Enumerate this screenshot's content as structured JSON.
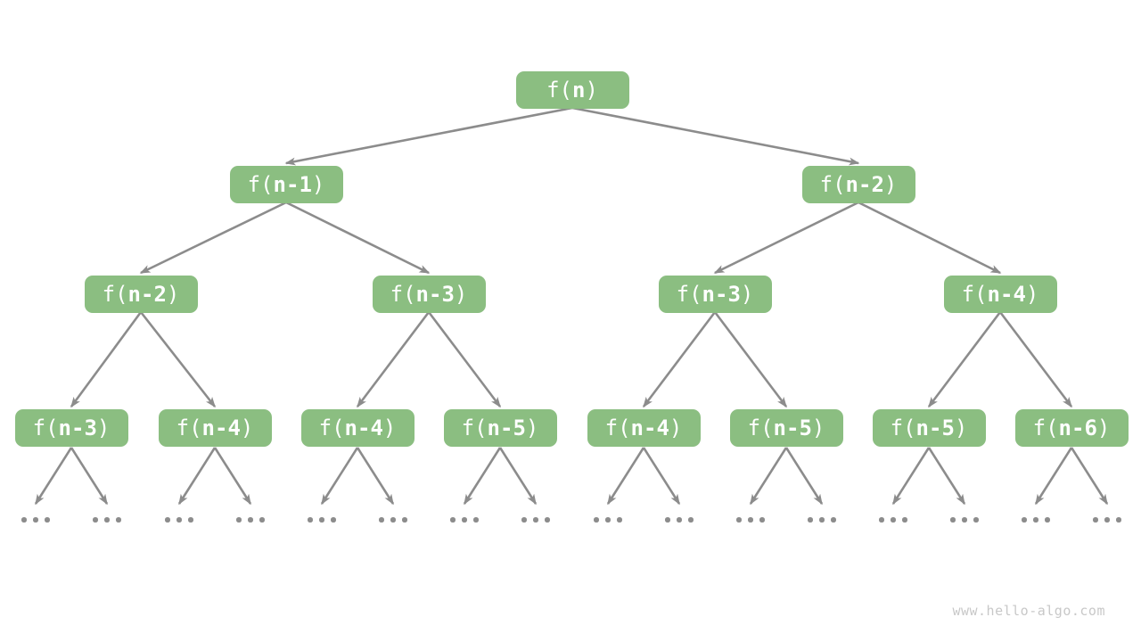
{
  "diagram": {
    "title_semantic": "recursion-tree-of-f(n)",
    "levels": [
      [
        "f(n)"
      ],
      [
        "f(n-1)",
        "f(n-2)"
      ],
      [
        "f(n-2)",
        "f(n-3)",
        "f(n-3)",
        "f(n-4)"
      ],
      [
        "f(n-3)",
        "f(n-4)",
        "f(n-4)",
        "f(n-5)",
        "f(n-4)",
        "f(n-5)",
        "f(n-5)",
        "f(n-6)"
      ]
    ],
    "leaf_label": "...",
    "colors": {
      "node_fill": "#8bbe81",
      "node_text": "#ffffff",
      "edge": "#8c8c8c",
      "dots": "#8c8c8c",
      "watermark_text": "#c8c8c8",
      "background": "#ffffff"
    }
  },
  "watermark": "www.hello-algo.com"
}
